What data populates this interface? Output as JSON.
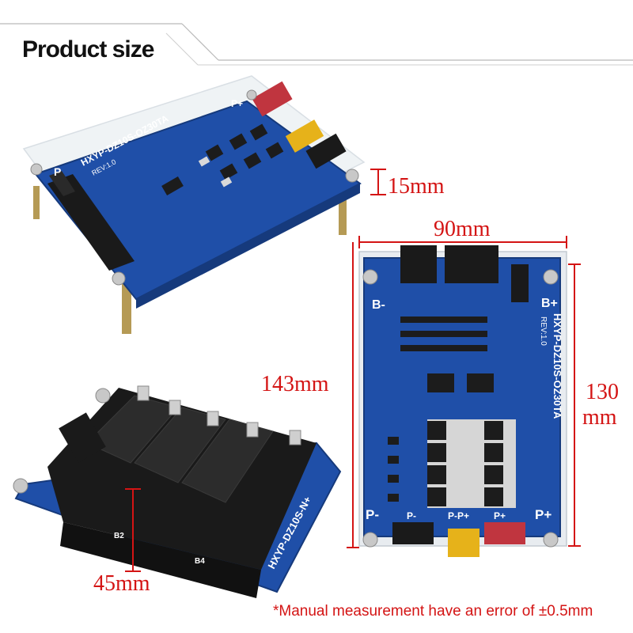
{
  "header": {
    "title": "Product size"
  },
  "dimensions": {
    "height_top": "15mm",
    "width_top": "90mm",
    "length_left": "143mm",
    "length_right_value": "130",
    "length_right_unit": "mm",
    "holder_height": "45mm"
  },
  "board_silkscreen": {
    "model_main": "HXYP-DZ10S-OZ30TA",
    "revision": "REV:1.0",
    "model_holder": "HXYP-DZ10S-N+",
    "label_b_minus": "B-",
    "label_b_plus": "B+",
    "label_p_minus": "P-",
    "label_p_plus": "P+",
    "label_p_minus_small": "P-",
    "label_p_mid": "P-P+",
    "label_p_plus_small": "P+",
    "label_p": "P",
    "label_b4": "B4",
    "label_b2": "B2"
  },
  "footnote": "*Manual measurement have an error of ±0.5mm",
  "colors": {
    "accent_red": "#d41414",
    "pcb_blue": "#1f4fa8",
    "holder_black": "#1a1a1a"
  }
}
